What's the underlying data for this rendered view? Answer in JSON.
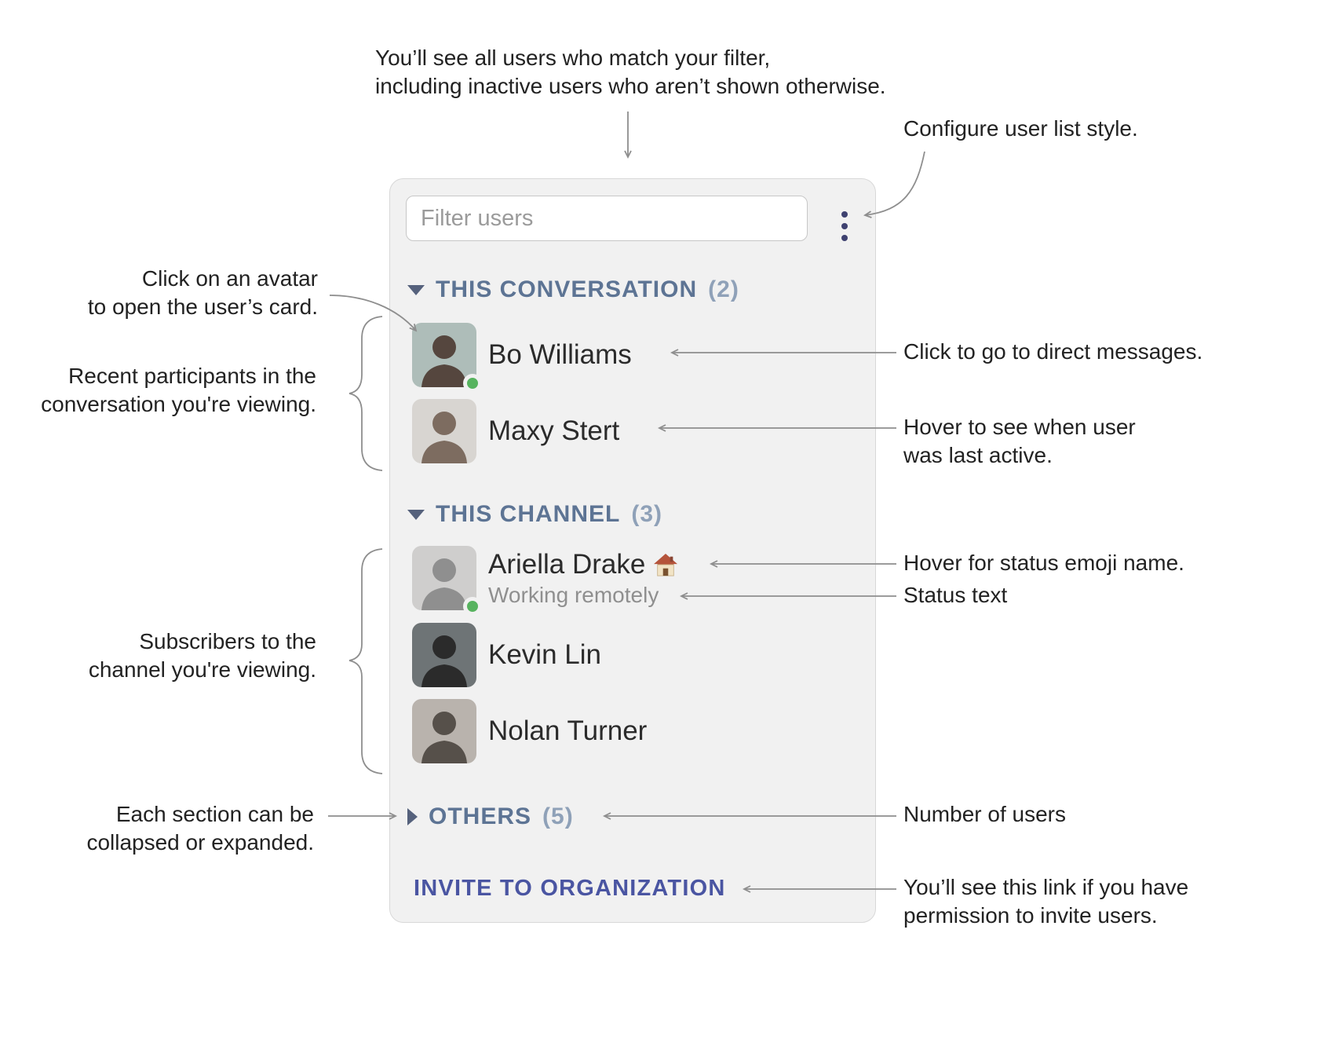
{
  "colors": {
    "section-header": "#5d7494",
    "section-count": "#8fa1b8",
    "triangle": "#55617c",
    "invite": "#4a55a2",
    "presence": "#57b35f",
    "kebab": "#3e4170",
    "panel-bg": "#f1f1f1",
    "panel-border": "#d8d8d8",
    "connector": "#8e8e8e"
  },
  "panel": {
    "filter_placeholder": "Filter users",
    "sections": [
      {
        "label": "THIS CONVERSATION",
        "count": "(2)",
        "collapsed": false,
        "users": [
          {
            "name": "Bo Williams",
            "presence": true
          },
          {
            "name": "Maxy Stert",
            "presence": false
          }
        ]
      },
      {
        "label": "THIS CHANNEL",
        "count": "(3)",
        "collapsed": false,
        "users": [
          {
            "name": "Ariella Drake",
            "status_emoji": "🏠",
            "status_text": "Working remotely",
            "presence": true
          },
          {
            "name": "Kevin Lin",
            "presence": false
          },
          {
            "name": "Nolan Turner",
            "presence": false
          }
        ]
      },
      {
        "label": "OTHERS",
        "count": "(5)",
        "collapsed": true,
        "users": []
      }
    ],
    "invite_label": "INVITE TO ORGANIZATION"
  },
  "annotations": {
    "filter_description": "You’ll see all users who match your filter,\nincluding inactive users who aren’t shown otherwise.",
    "configure": "Configure user list style.",
    "avatar_click": "Click on an avatar\nto open the user’s card.",
    "recent_participants": "Recent participants in the\nconversation you're viewing.",
    "direct_messages": "Click to go to direct messages.",
    "last_active": "Hover to see when user\nwas last active.",
    "status_emoji": "Hover for status emoji name.",
    "status_text": "Status text",
    "subscribers": "Subscribers to the\nchannel you're viewing.",
    "collapse": "Each section can be\ncollapsed or expanded.",
    "user_count": "Number of users",
    "invite_permission": "You’ll see this link if you have\npermission to invite users."
  }
}
